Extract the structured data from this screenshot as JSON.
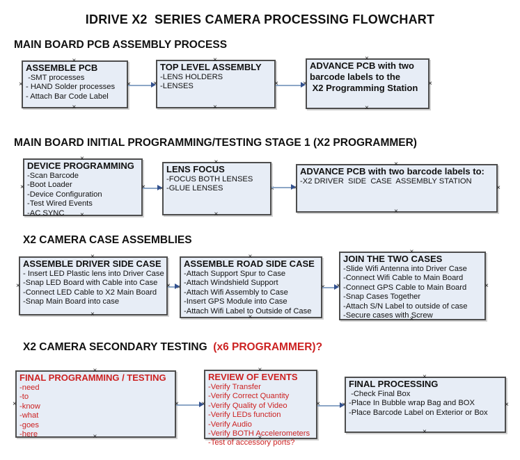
{
  "title": "IDRIVE X2  SERIES CAMERA PROCESSING FLOWCHART",
  "colors": {
    "box_fill": "#e7edf6",
    "box_border": "#4d4d4d",
    "arrow_line": "#8ca6c6",
    "arrow_head": "#33518e",
    "red_text": "#cc2222",
    "black_text": "#111111"
  },
  "sections": [
    {
      "heading": "MAIN BOARD PCB ASSEMBLY PROCESS",
      "boxes": [
        {
          "title": "ASSEMBLE PCB",
          "items": [
            " -SMT processes",
            "- HAND Solder processes",
            "- Attach Bar Code Label"
          ]
        },
        {
          "title": "TOP LEVEL ASSEMBLY",
          "items": [
            "-LENS HOLDERS",
            "-LENSES"
          ]
        },
        {
          "title": "ADVANCE PCB with two\nbarcode labels to the\n X2 Programming Station",
          "items": []
        }
      ]
    },
    {
      "heading": "MAIN BOARD INITIAL PROGRAMMING/TESTING STAGE 1 (X2 PROGRAMMER)",
      "boxes": [
        {
          "title": "DEVICE PROGRAMMING",
          "items": [
            "-Scan Barcode",
            "-Boot Loader",
            "-Device Configuration",
            "-Test Wired Events",
            "-AC SYNC"
          ]
        },
        {
          "title": "LENS FOCUS",
          "items": [
            "-FOCUS BOTH LENSES",
            "-GLUE LENSES"
          ]
        },
        {
          "title": "ADVANCE PCB with two barcode labels to:",
          "items": [
            "-X2 DRIVER  SIDE  CASE  ASSEMBLY STATION"
          ]
        }
      ]
    },
    {
      "heading": "X2 CAMERA CASE ASSEMBLIES",
      "boxes": [
        {
          "title": "ASSEMBLE DRIVER SIDE CASE",
          "items": [
            "- Insert LED Plastic lens into Driver Case",
            "-Snap LED Board with Cable into Case",
            "-Connect LED Cable to X2 Main Board",
            "-Snap Main Board into case"
          ]
        },
        {
          "title": "ASSEMBLE ROAD SIDE CASE",
          "items": [
            "-Attach Support Spur to Case",
            "-Attach Windshield Support",
            "-Attach Wifi Assembly to Case",
            "-Insert GPS Module into Case",
            "-Attach Wifi Label to Outside of Case"
          ]
        },
        {
          "title": "JOIN THE TWO CASES",
          "items": [
            "-Slide Wifi Antenna into Driver Case",
            "-Connect Wifi Cable to Main Board",
            "-Connect GPS Cable to Main Board",
            "-Snap Cases Together",
            "-Attach S/N Label to outside of case",
            "-Secure cases with Screw"
          ]
        }
      ]
    },
    {
      "heading": "X2 CAMERA SECONDARY TESTING ",
      "heading_red": " (x6 PROGRAMMER)?",
      "boxes": [
        {
          "title": "FINAL PROGRAMMING / TESTING",
          "items": [
            "-need",
            "-to",
            "-know",
            "-what",
            "-goes",
            "-here"
          ]
        },
        {
          "title": "REVIEW OF EVENTS",
          "items": [
            "-Verify Transfer",
            "-Verify Correct Quantity",
            "-Verify Quality of Video",
            "-Verify LEDs function",
            "-Verify Audio",
            "-Verify BOTH Accelerometers",
            "-Test of accessory ports?"
          ]
        },
        {
          "title": "FINAL PROCESSING",
          "items": [
            " -Check Final Box",
            "-Place In Bubble wrap Bag and BOX",
            "-Place Barcode Label on Exterior or Box"
          ]
        }
      ]
    }
  ]
}
